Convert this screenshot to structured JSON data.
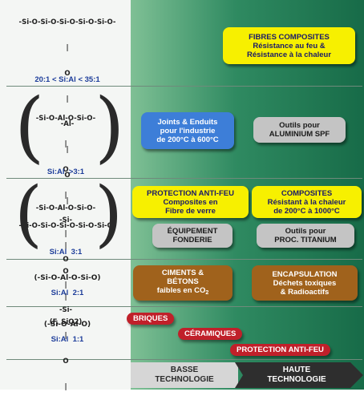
{
  "section1": {
    "formula_lines": [
      "-Si-O-Si-O-Si-O-Si-O-Si-O-",
      "|",
      "O",
      "|",
      "-Al-",
      "|",
      "O",
      "|",
      "-Si-O-Si-O-Si-O-Si-O-Si-O-"
    ],
    "ratio": "20:1 < Si:Al < 35:1",
    "box": "FIBRES COMPOSITES\nRésistance au feu &\nRésistance à la chaleur"
  },
  "section2": {
    "formula_lines": [
      "-Si-O-Al-O-Si-O-",
      "|",
      "O",
      "|",
      "-Si-",
      "|",
      "O",
      "|",
      "(F, SiO2)"
    ],
    "ratio": "Si:Al  >3:1",
    "box_blue": "Joints & Enduits\npour l'industrie\nde 200°C à 600°C",
    "box_grey": "Outils pour\nALUMINIUM SPF"
  },
  "section3": {
    "formula_lines": [
      "-Si-O-Al-O-Si-O-",
      "|",
      "O",
      "|",
      "-Si-",
      "|",
      "O",
      "|"
    ],
    "ratio": "Si:Al  3:1",
    "box_yellow1": "PROTECTION ANTI-FEU\nComposites en\nFibre de verre",
    "box_yellow2": "COMPOSITES\nRésistant à la chaleur\nde 200°C à 1000°C",
    "box_grey1": "ÉQUIPEMENT\nFONDERIE",
    "box_grey2": "Outils pour\nPROC. TITANIUM"
  },
  "section4": {
    "formula": "(-Si-O-Al-O-Si-O)",
    "ratio": "Si:Al  2:1",
    "box_brown1_lines": [
      "CIMENTS &",
      "BÉTONS"
    ],
    "box_brown1_last": "faibles en CO",
    "box_brown1_sub": "2",
    "box_brown2": "ENCAPSULATION\nDéchets toxiques\n& Radioactifs"
  },
  "section5": {
    "formula": "(-Si-O-Al-O)",
    "ratio": "Si:Al  1:1",
    "red1": "BRIQUES",
    "red2": "CÉRAMIQUES",
    "red3": "PROTECTION ANTI-FEU"
  },
  "footer": {
    "basse": "BASSE\nTECHNOLOGIE",
    "haute": "HAUTE\nTECHNOLOGIE"
  },
  "colors": {
    "green_dark": "#176b48",
    "green_light": "#7fc095",
    "yellow": "#f7f000",
    "blue": "#3d7ed8",
    "grey": "#c4c4c4",
    "brown": "#a0621c",
    "red": "#c0202a",
    "ratio_blue": "#1d3d9a"
  }
}
